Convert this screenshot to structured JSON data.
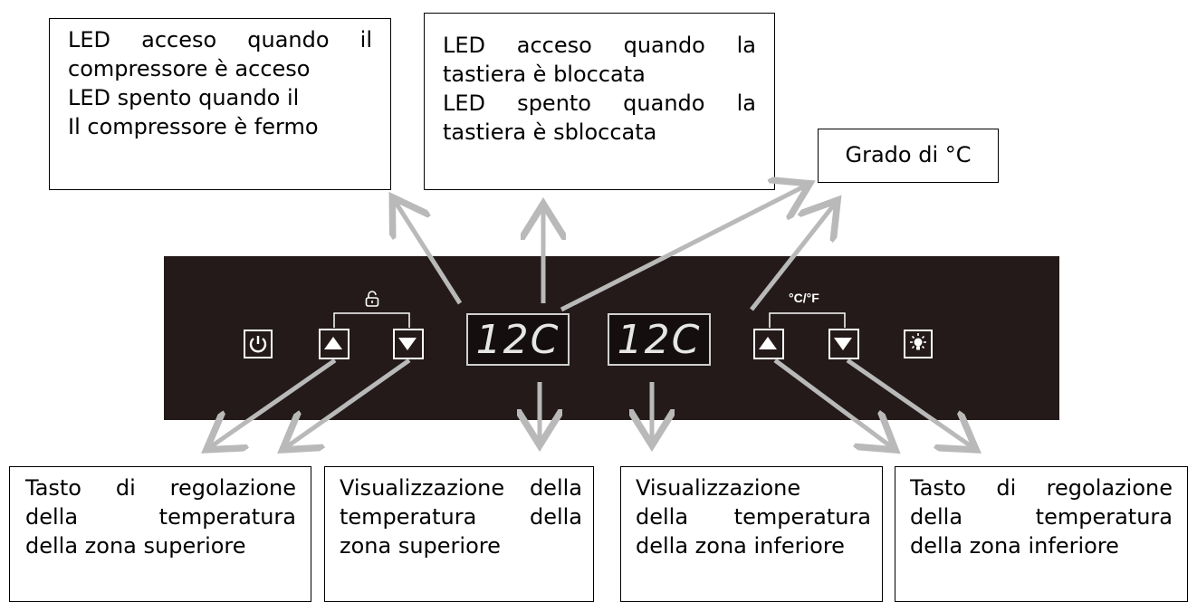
{
  "labels": {
    "compressor": [
      "LED acceso quando il",
      "compressore è acceso",
      "LED spento quando il",
      "Il compressore è fermo"
    ],
    "keypad": [
      "LED acceso quando la",
      "tastiera è bloccata",
      "LED spento quando la",
      "tastiera è sbloccata"
    ],
    "degree": "Grado di °C",
    "upper_key": [
      "Tasto di regolazione",
      "della temperatura",
      "della zona superiore"
    ],
    "upper_display": [
      "Visualizzazione della",
      "temperatura della",
      "zona superiore"
    ],
    "lower_display": [
      "Visualizzazione",
      "della temperatura",
      "della zona inferiore"
    ],
    "lower_key": [
      "Tasto di regolazione",
      "della temperatura",
      "della zona inferiore"
    ]
  },
  "panel": {
    "display_upper": "12C",
    "display_lower": "12C",
    "unit_toggle_label": "°C/°F"
  },
  "colors": {
    "panel": "#241a1a",
    "arrow": "#b9b9b9",
    "display_text": "#e6e6e6"
  }
}
